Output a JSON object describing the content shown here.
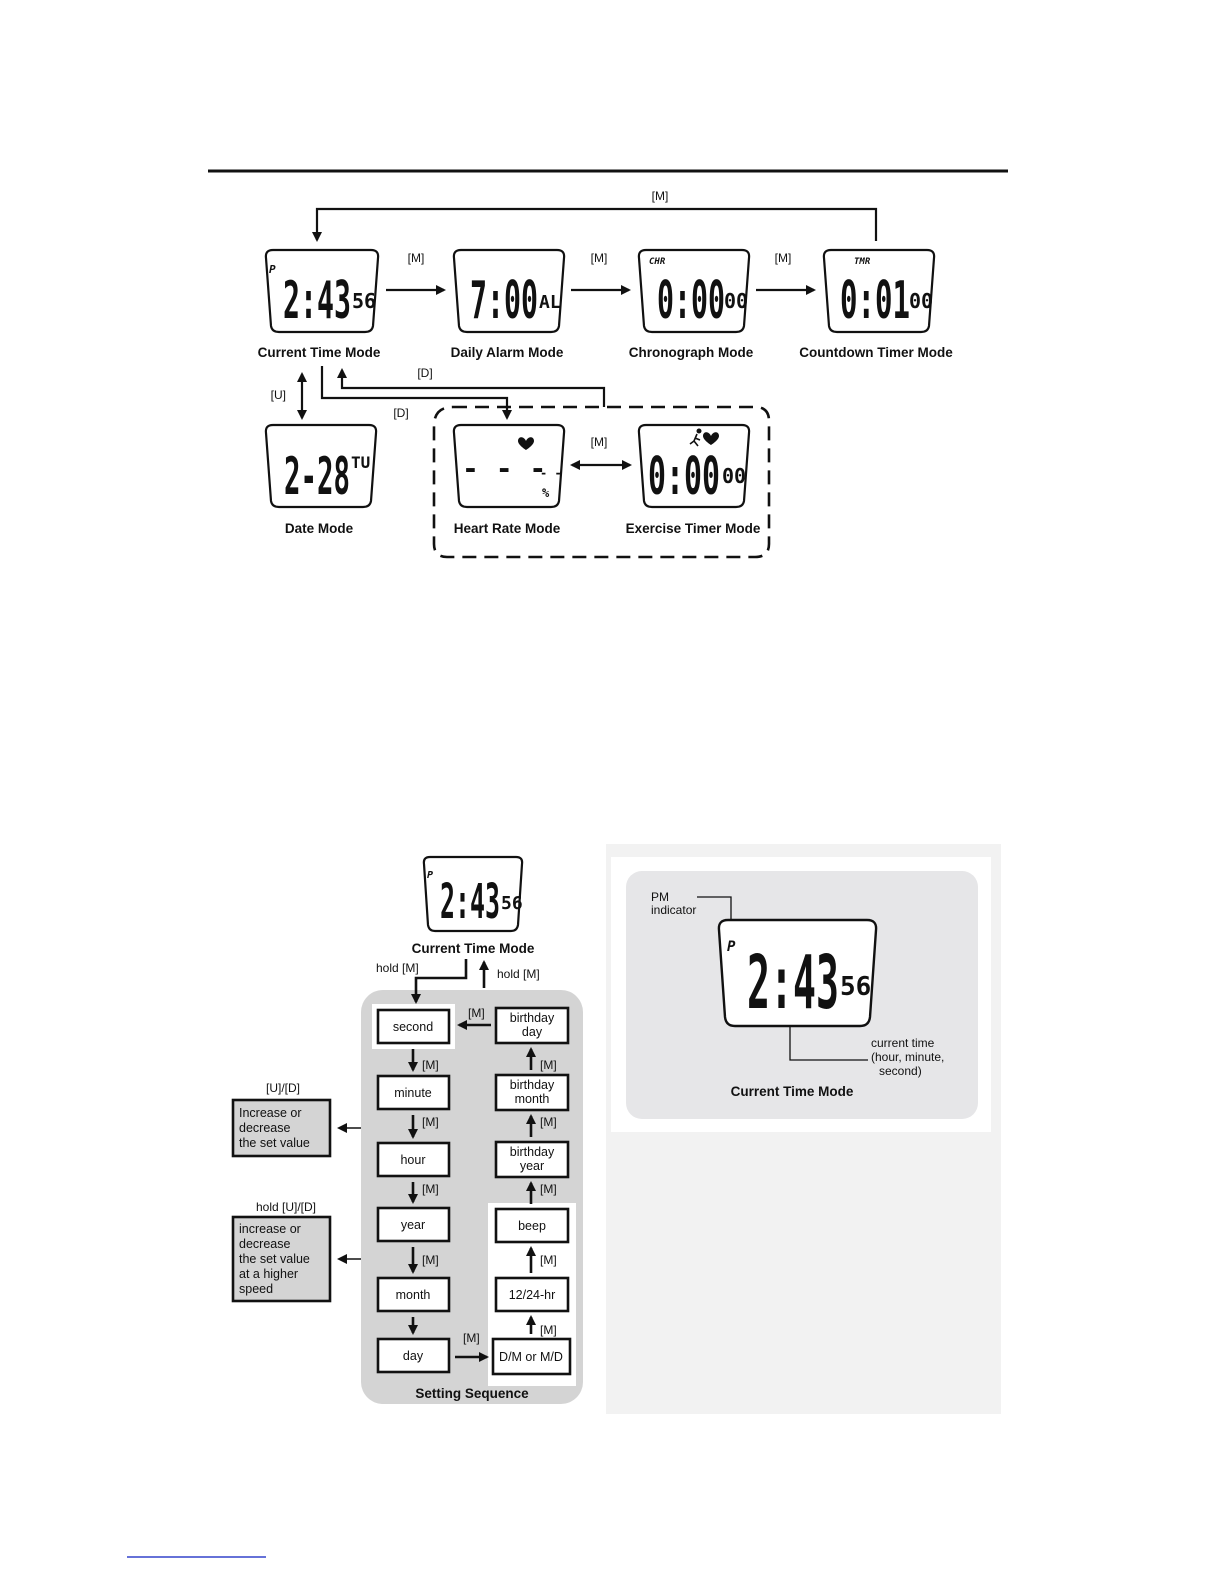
{
  "mode_diagram": {
    "modes": {
      "current_time": {
        "label": "Current Time Mode",
        "indicator": "P",
        "display": "2:43",
        "sub": "56"
      },
      "daily_alarm": {
        "label": "Daily Alarm Mode",
        "display": "7:00",
        "sub": "AL"
      },
      "chronograph": {
        "label": "Chronograph Mode",
        "indicator": "CHR",
        "display": "0:00",
        "sub": "00"
      },
      "countdown_timer": {
        "label": "Countdown Timer Mode",
        "indicator": "TMR",
        "display": "0:01",
        "sub": "00"
      },
      "date": {
        "label": "Date Mode",
        "display": "2-28",
        "sub": "TU"
      },
      "heart_rate": {
        "label": "Heart Rate Mode",
        "display": "- - -",
        "sub": "- -",
        "unit": "%"
      },
      "exercise_timer": {
        "label": "Exercise Timer  Mode",
        "display": "0:00",
        "sub": "00"
      }
    },
    "keys": {
      "m": "[M]",
      "u": "[U]",
      "d": "[D]"
    }
  },
  "setting_diagram": {
    "watch": {
      "label": "Current Time Mode",
      "indicator": "P",
      "display": "2:43",
      "sub": "56"
    },
    "hold_m": "hold [M]",
    "step_key": "[M]",
    "left_column": [
      "second",
      "minute",
      "hour",
      "year",
      "month",
      "day"
    ],
    "right_column": [
      [
        "birthday",
        "day"
      ],
      [
        "birthday",
        "month"
      ],
      [
        "birthday",
        "year"
      ],
      [
        "beep"
      ],
      [
        "12/24-hr"
      ],
      [
        "D/M or M/D"
      ]
    ],
    "sequence_label": "Setting Sequence",
    "ud_label": "[U]/[D]",
    "ud_note": [
      "Increase or",
      "decrease",
      "the set value"
    ],
    "hold_ud_label": "hold [U]/[D]",
    "hold_ud_note": [
      "increase or",
      "decrease",
      "the set value",
      "at a higher",
      "speed"
    ]
  },
  "detail_panel": {
    "pm_indicator": [
      "PM",
      "indicator"
    ],
    "current_time_note": [
      "current time",
      "(hour, minute,",
      "second)"
    ],
    "watch": {
      "indicator": "P",
      "display": "2:43",
      "sub": "56"
    },
    "label": "Current Time Mode"
  }
}
